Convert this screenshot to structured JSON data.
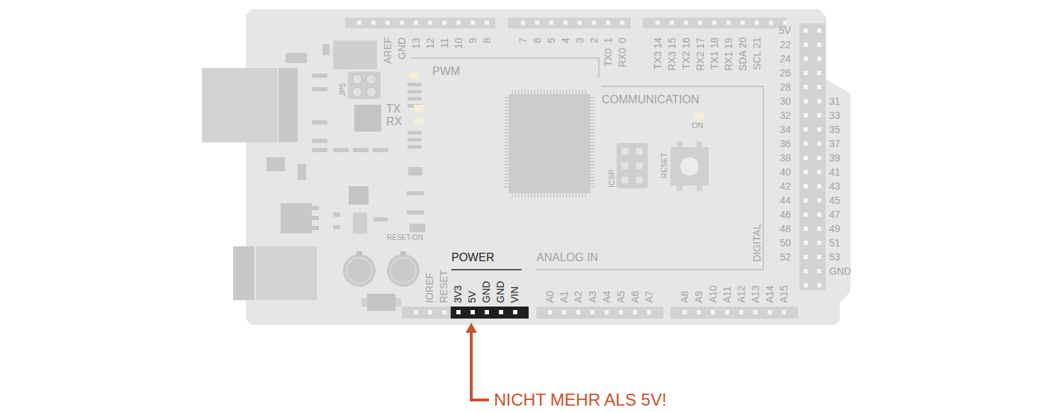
{
  "diagram": {
    "labels": [
      "AREF",
      "GND",
      "13",
      "12",
      "11",
      "10",
      "9",
      "8",
      "7",
      "6",
      "5",
      "4",
      "3",
      "2",
      "1",
      "0",
      "TX0",
      "RX0",
      "TX3 14",
      "RX3 15",
      "TX2 16",
      "RX2 17",
      "TX1 18",
      "RX1 19",
      "SDA 20",
      "SCL 21",
      "PWM",
      "JP5",
      "TX",
      "RX",
      "COMMUNICATION",
      "ON",
      "ICSP",
      "RESET",
      "RESET-ON",
      "5V",
      "22",
      "24",
      "26",
      "28",
      "30",
      "32",
      "34",
      "36",
      "38",
      "40",
      "42",
      "44",
      "46",
      "48",
      "50",
      "52",
      "31",
      "33",
      "35",
      "37",
      "39",
      "41",
      "43",
      "45",
      "47",
      "49",
      "51",
      "53",
      "GND",
      "DIGITAL",
      "POWER",
      "IOREF",
      "RESET",
      "3V3",
      "5V",
      "GND",
      "GND",
      "VIN",
      "ANALOG IN",
      "A0",
      "A1",
      "A2",
      "A3",
      "A4",
      "A5",
      "A6",
      "A7",
      "A8",
      "A9",
      "A10",
      "A11",
      "A12",
      "A13",
      "A14",
      "A15",
      "NICHT MEHR ALS 5V!"
    ]
  }
}
